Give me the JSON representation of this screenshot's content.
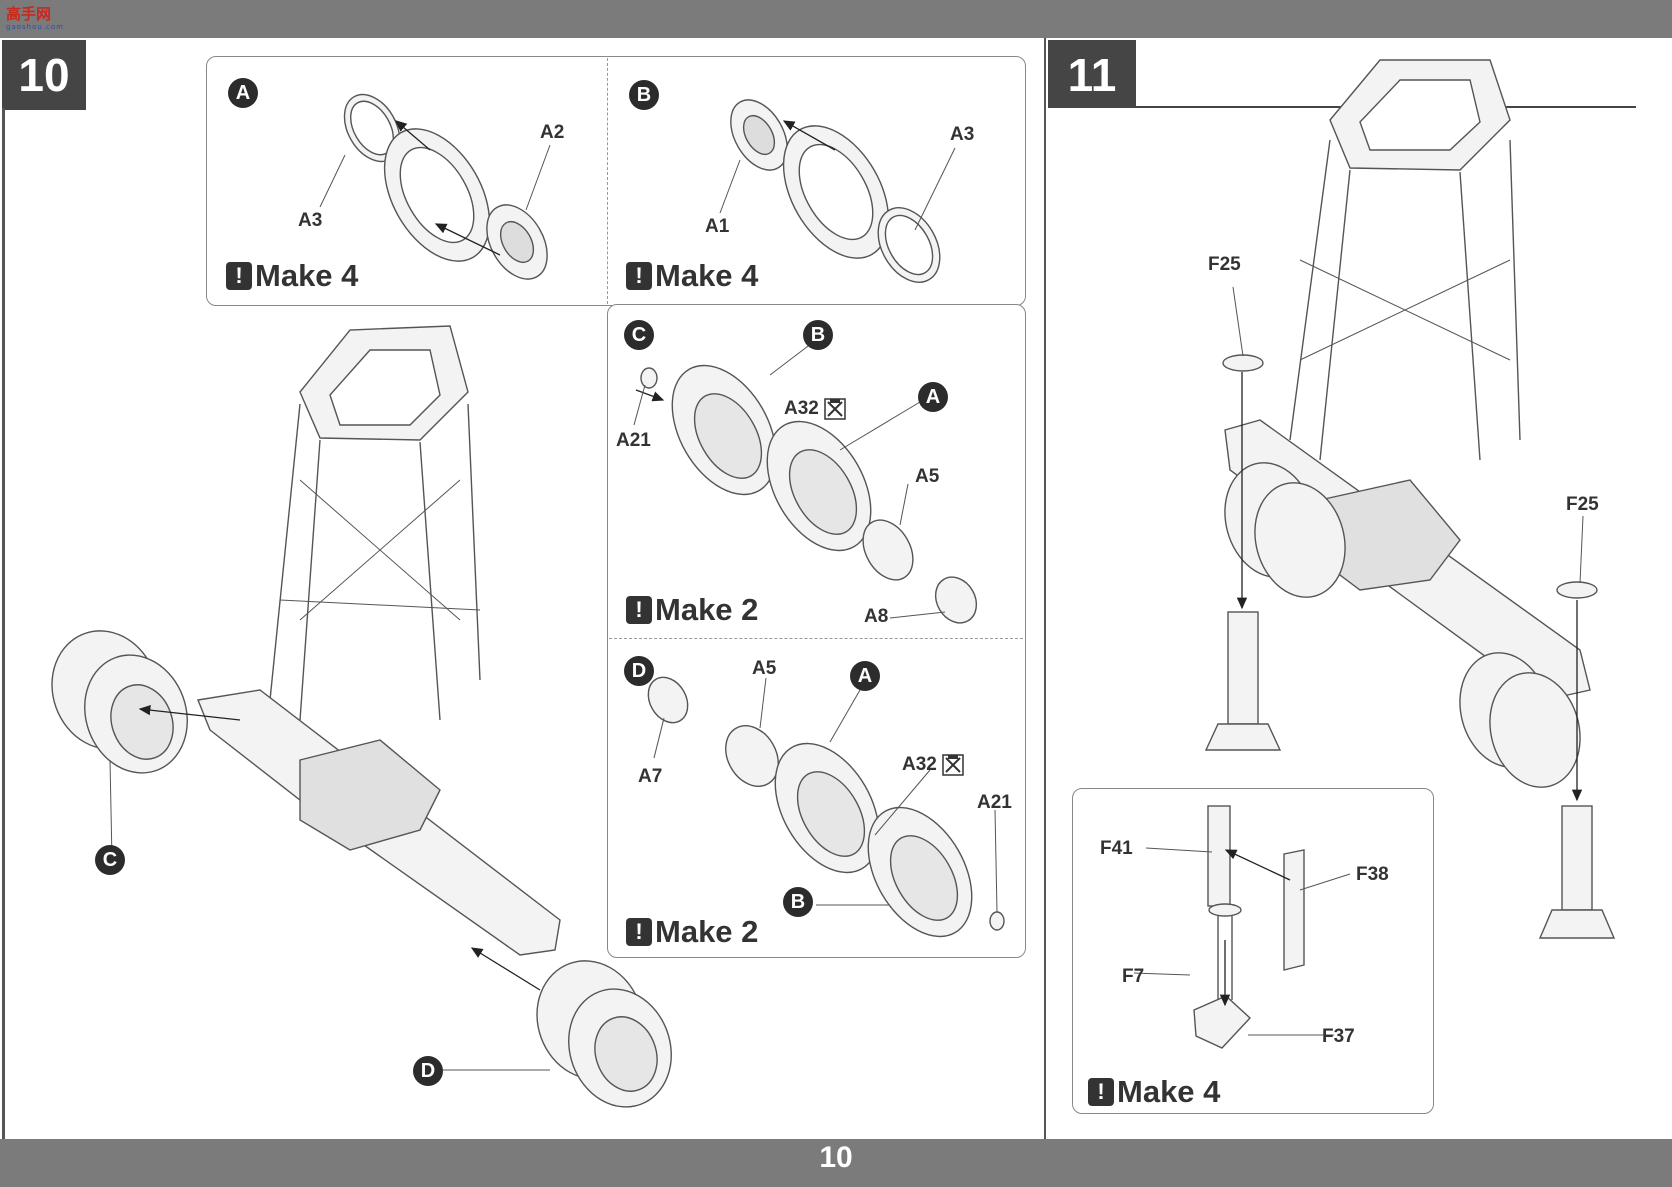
{
  "page_number": "10",
  "watermark": {
    "brand": "高手网",
    "sub": "gaoshou.com"
  },
  "steps": [
    {
      "number": "10"
    },
    {
      "number": "11"
    }
  ],
  "make_label": "Make",
  "subassemblies": {
    "A": {
      "badge": "A",
      "make_count": "4",
      "parts": [
        "A3",
        "A2"
      ]
    },
    "B": {
      "badge": "B",
      "make_count": "4",
      "parts": [
        "A1",
        "A3"
      ]
    },
    "C": {
      "badge": "C",
      "make_count": "2",
      "subs": [
        "B",
        "A"
      ],
      "parts": [
        "A21",
        "A32",
        "A5",
        "A8"
      ]
    },
    "D": {
      "badge": "D",
      "make_count": "2",
      "subs": [
        "A",
        "B"
      ],
      "parts": [
        "A5",
        "A7",
        "A32",
        "A21"
      ]
    }
  },
  "step10_main": {
    "callouts": [
      "C",
      "D"
    ]
  },
  "step11": {
    "parts": [
      "F25",
      "F25"
    ],
    "detail": {
      "make_count": "4",
      "parts": [
        "F41",
        "F38",
        "F7",
        "F37"
      ]
    }
  },
  "icons": {
    "cut": "cut-icon",
    "warning": "exclamation-icon"
  },
  "colors": {
    "band": "#7b7b7b",
    "tab": "#454545",
    "badge": "#2c2c2c",
    "line": "#444444"
  }
}
